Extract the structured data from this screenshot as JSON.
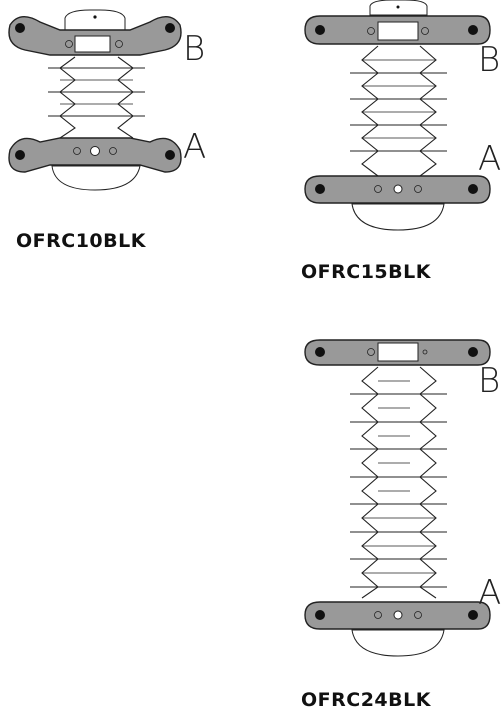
{
  "units": [
    {
      "model": "OFRC10BLK",
      "top_label": "B",
      "bottom_label": "A"
    },
    {
      "model": "OFRC15BLK",
      "top_label": "B",
      "bottom_label": "A"
    },
    {
      "model": "OFRC24BLK",
      "top_label": "B",
      "bottom_label": "A"
    }
  ],
  "colors": {
    "plate": "#999999",
    "outline": "#222222"
  }
}
